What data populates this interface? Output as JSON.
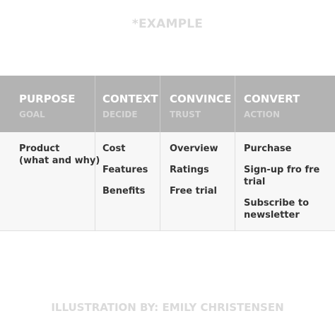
{
  "header_label": "*EXAMPLE",
  "columns": [
    {
      "title": "PURPOSE",
      "subtitle": "GOAL",
      "items": [
        "Product\n(what and why)"
      ]
    },
    {
      "title": "CONTEXT",
      "subtitle": "DECIDE",
      "items": [
        "Cost",
        "Features",
        "Benefits"
      ]
    },
    {
      "title": "CONVINCE",
      "subtitle": "TRUST",
      "items": [
        "Overview",
        "Ratings",
        "Free trial"
      ]
    },
    {
      "title": "CONVERT",
      "subtitle": "ACTION",
      "items": [
        "Purchase",
        "Sign-up fro fre trial",
        "Subscribe to\nnewsletter"
      ]
    }
  ],
  "credit": "ILLUSTRATION BY: EMILY CHRISTENSEN",
  "colors": {
    "header_bg": "#b3b3b3",
    "header_text": "#ffffff",
    "subheader_text": "#d6d6d6",
    "body_bg": "#f7f7f7",
    "body_text": "#333333",
    "faint_text": "#dadada"
  }
}
